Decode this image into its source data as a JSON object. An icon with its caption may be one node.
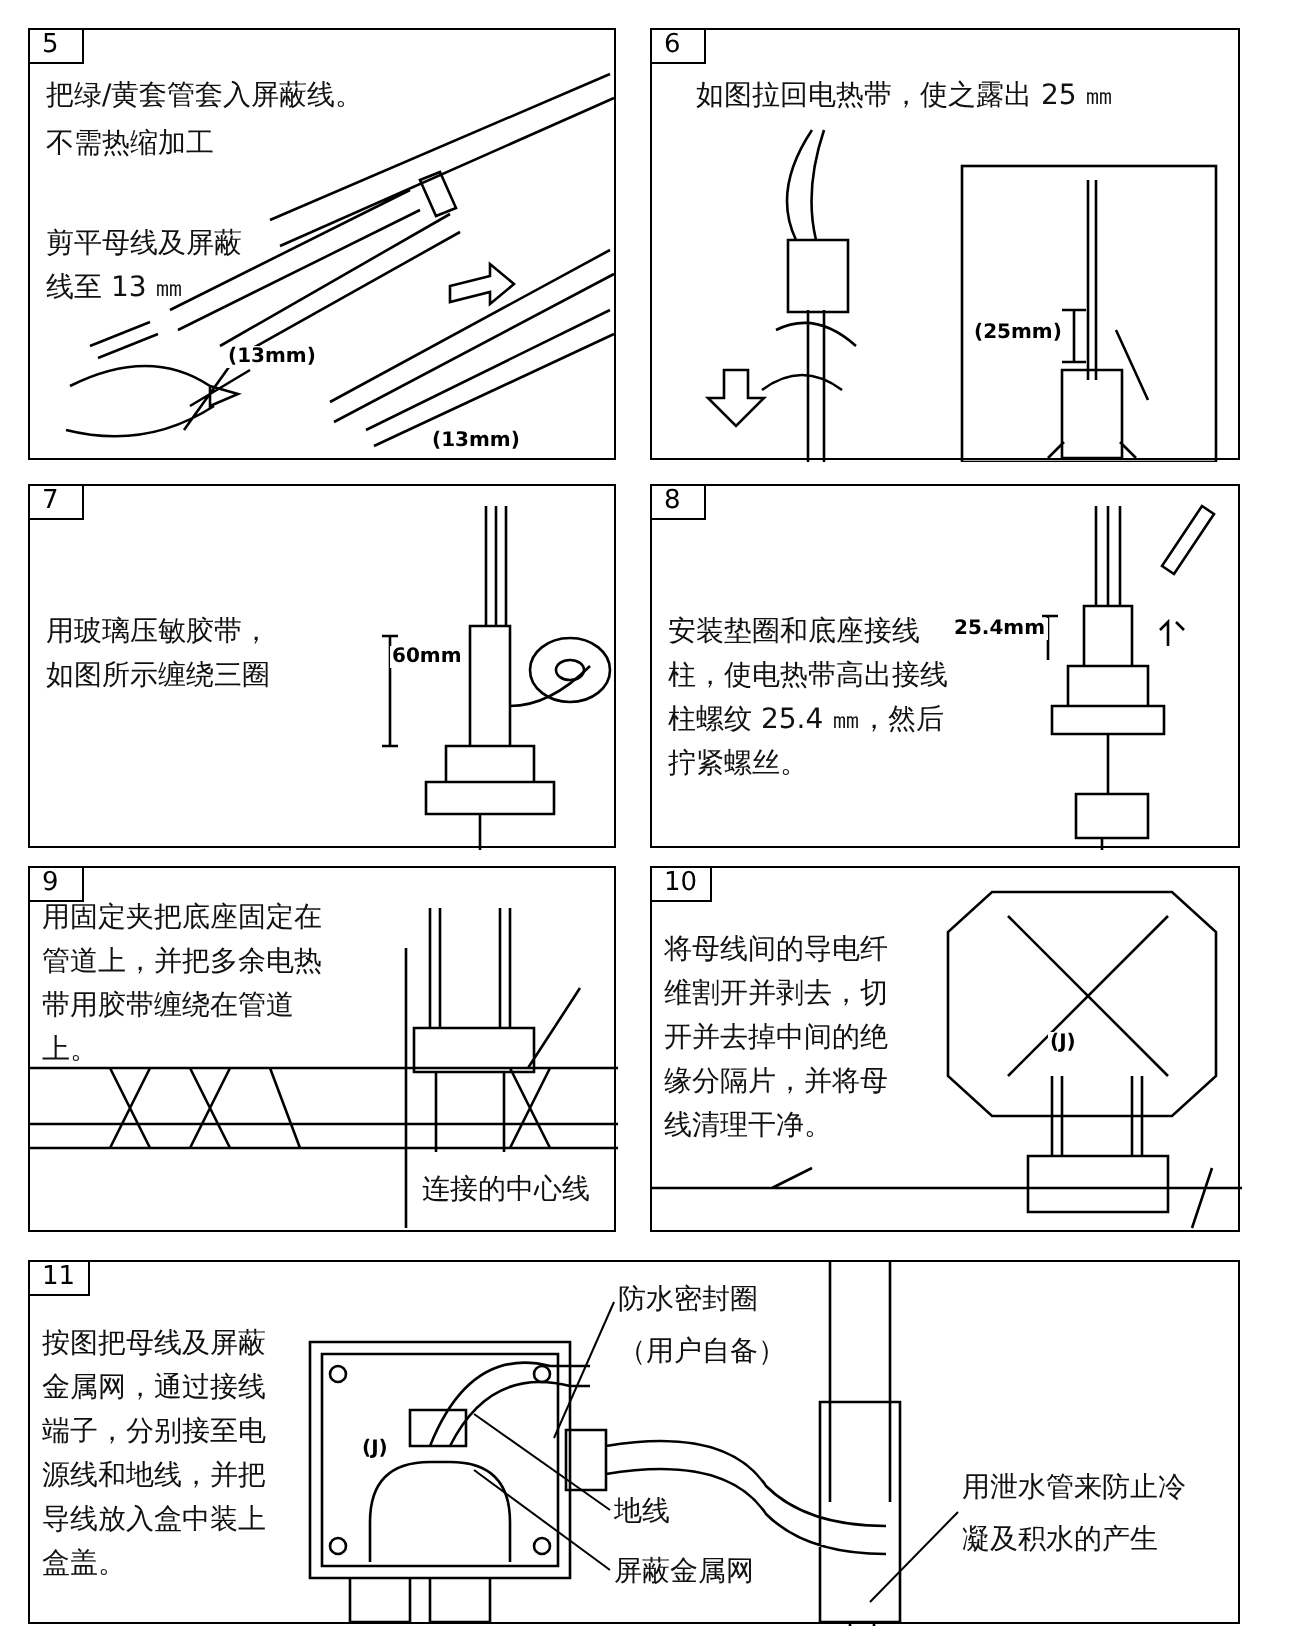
{
  "diagram": {
    "nodes": [
      {
        "text": [
          "5",
          "把绿/黄套管套入屏蔽线。",
          "不需热缩加工",
          "剪平母线及屏蔽线至 13 ㎜"
        ]
      },
      {
        "text": [
          "6",
          "如图拉回电热带，使之露出 25 ㎜"
        ]
      },
      {
        "text": [
          "7",
          "用玻璃压敏胶带，如图所示缠绕三圈"
        ]
      },
      {
        "text": [
          "8",
          "安装垫圈和底座接线柱，使电热带高出接线柱螺纹 25.4 ㎜，然后拧紧螺丝。"
        ]
      },
      {
        "text": [
          "9",
          "用固定夹把底座固定在管道上，并把多余电热带用胶带缠绕在管道上。",
          "连接的中心线"
        ]
      },
      {
        "text": [
          "10",
          "将母线间的导电纤维割开并剥去，切开并去掉中间的绝缘分隔片，并将母线清理干净。"
        ]
      },
      {
        "text": [
          "11",
          "按图把母线及屏蔽金属网，通过接线端子，分别接至电源线和地线，并把导线放入盒中装上盒盖。"
        ]
      },
      {
        "text": [
          "防水密封圈（用户自备）"
        ],
        "in": 6
      },
      {
        "text": [
          "地线"
        ],
        "in": 6
      },
      {
        "text": [
          "屏蔽金属网"
        ],
        "in": 6
      },
      {
        "text": [
          "用泄水管来防止冷凝及积水的产生"
        ],
        "in": 6
      }
    ],
    "edges": [
      {
        "from": 7,
        "to": null,
        "arrow": "none"
      },
      {
        "from": 8,
        "to": null,
        "arrow": "none"
      },
      {
        "from": 9,
        "to": null,
        "arrow": "none"
      },
      {
        "from": 10,
        "to": null,
        "arrow": "none"
      }
    ],
    "labels": [
      "(13mm)",
      "(13mm)",
      "(25mm)",
      "60mm",
      "25.4mm",
      "(J)",
      "(J)"
    ]
  }
}
